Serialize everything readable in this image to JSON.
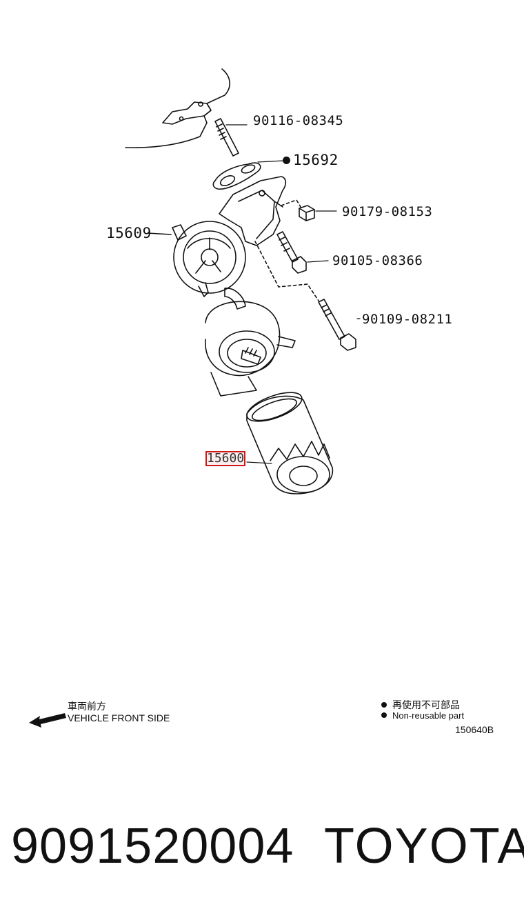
{
  "callouts": {
    "stud": "90116-08345",
    "gasket": "15692",
    "nut": "90179-08153",
    "bracket": "15609",
    "bolt1": "90105-08366",
    "bolt2": "90109-08211",
    "filter": "15600"
  },
  "front_side": {
    "jp": "車両前方",
    "en": "VEHICLE FRONT SIDE"
  },
  "legend": {
    "jp": "再使用不可部品",
    "en": "Non-reusable part"
  },
  "figure_code": "150640B",
  "part_number": "9091520004",
  "brand": "TOYOTA",
  "colors": {
    "highlight": "#d01818",
    "line": "#111111"
  }
}
